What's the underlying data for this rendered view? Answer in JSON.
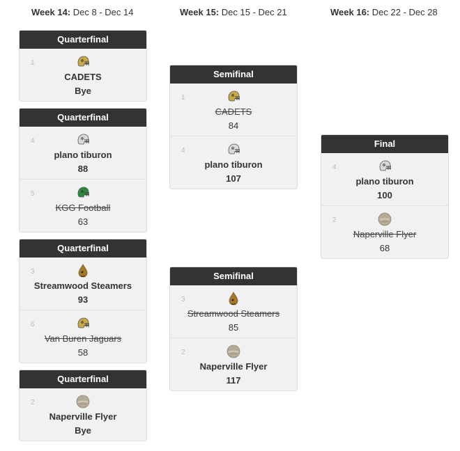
{
  "weeks": [
    {
      "label": "Week 14:",
      "dates": "Dec 8 - Dec 14"
    },
    {
      "label": "Week 15:",
      "dates": "Dec 15 - Dec 21"
    },
    {
      "label": "Week 16:",
      "dates": "Dec 22 - Dec 28"
    }
  ],
  "icons": {
    "helmet_gold": "gold-helmet-icon",
    "helmet_silver": "silver-helmet-icon",
    "helmet_green": "green-helmet-icon",
    "steamer": "steamer-icon",
    "flyer": "flyer-icon"
  },
  "colors": {
    "header_bg": "#333333",
    "card_bg": "#f1f1f1",
    "seed": "#bbbbbb"
  },
  "week14": [
    {
      "title": "Quarterfinal",
      "slots": [
        {
          "seed": "1",
          "team": "CADETS",
          "result": "Bye"
        }
      ]
    },
    {
      "title": "Quarterfinal",
      "slots": [
        {
          "seed": "4",
          "team": "plano tiburon",
          "score": "88"
        },
        {
          "seed": "5",
          "team": "KGG Football",
          "score": "63"
        }
      ]
    },
    {
      "title": "Quarterfinal",
      "slots": [
        {
          "seed": "3",
          "team": "Streamwood Steamers",
          "score": "93"
        },
        {
          "seed": "6",
          "team": "Van Buren Jaguars",
          "score": "58"
        }
      ]
    },
    {
      "title": "Quarterfinal",
      "slots": [
        {
          "seed": "2",
          "team": "Naperville Flyer",
          "result": "Bye"
        }
      ]
    }
  ],
  "week15": [
    {
      "title": "Semifinal",
      "slots": [
        {
          "seed": "1",
          "team": "CADETS",
          "score": "84"
        },
        {
          "seed": "4",
          "team": "plano tiburon",
          "score": "107"
        }
      ]
    },
    {
      "title": "Semifinal",
      "slots": [
        {
          "seed": "3",
          "team": "Streamwood Steamers",
          "score": "85"
        },
        {
          "seed": "2",
          "team": "Naperville Flyer",
          "score": "117"
        }
      ]
    }
  ],
  "week16": [
    {
      "title": "Final",
      "slots": [
        {
          "seed": "4",
          "team": "plano tiburon",
          "score": "100"
        },
        {
          "seed": "2",
          "team": "Naperville Flyer",
          "score": "68"
        }
      ]
    }
  ]
}
